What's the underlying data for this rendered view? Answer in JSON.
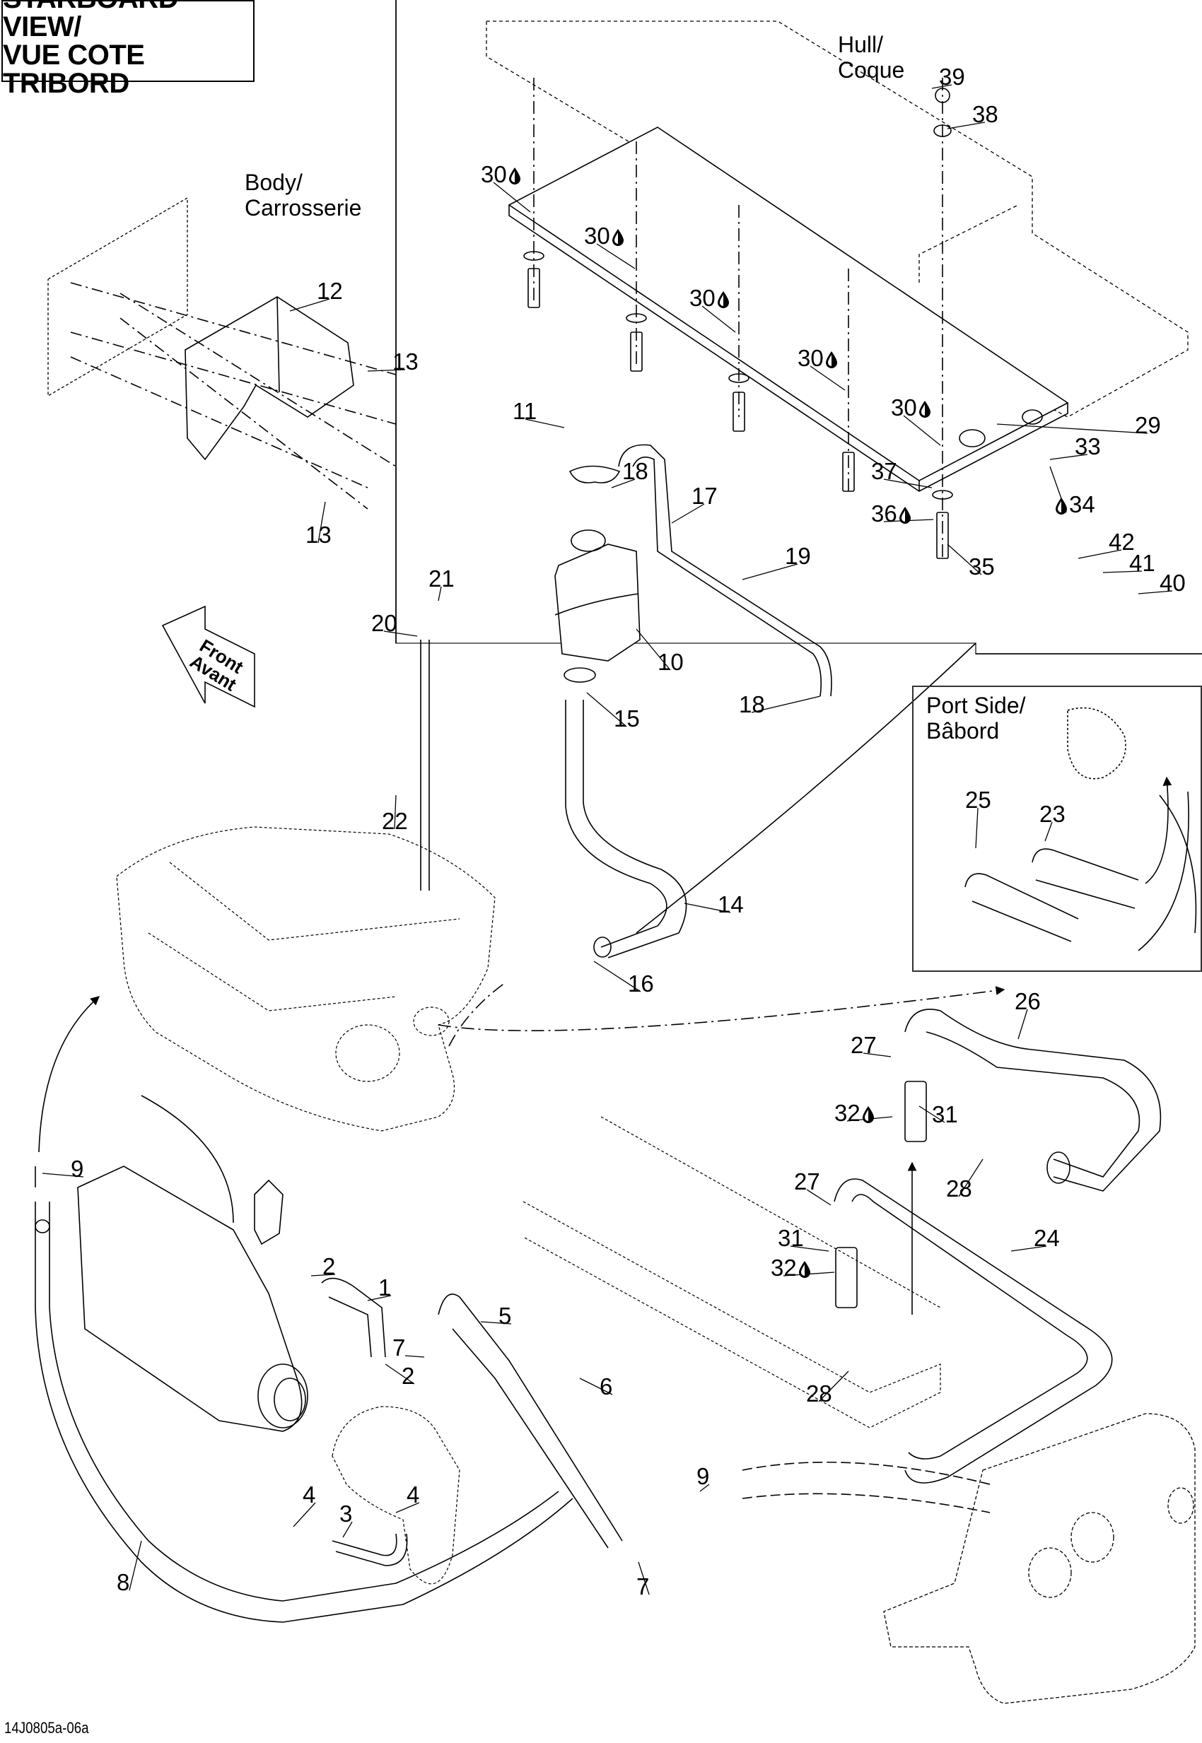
{
  "diagram": {
    "title_lines": [
      "STARBOARD VIEW/",
      "VUE COTE TRIBORD"
    ],
    "reference_code": "14J0805a-06a",
    "area_labels": {
      "hull": [
        "Hull/",
        "Coque"
      ],
      "body": [
        "Body/",
        "Carrosserie"
      ],
      "port_side": [
        "Port Side/",
        "Bâbord"
      ]
    },
    "front_arrow": [
      "Front",
      "Avant"
    ],
    "drop_icon": "thread-locker-drop-icon",
    "callouts": [
      {
        "id": "39",
        "label": "39"
      },
      {
        "id": "38",
        "label": "38"
      },
      {
        "id": "30a",
        "label": "30",
        "drop": true
      },
      {
        "id": "30b",
        "label": "30",
        "drop": true
      },
      {
        "id": "30c",
        "label": "30",
        "drop": true
      },
      {
        "id": "30d",
        "label": "30",
        "drop": true
      },
      {
        "id": "30e",
        "label": "30",
        "drop": true
      },
      {
        "id": "29",
        "label": "29"
      },
      {
        "id": "33",
        "label": "33"
      },
      {
        "id": "34",
        "label": "34",
        "drop_before": true
      },
      {
        "id": "37",
        "label": "37"
      },
      {
        "id": "36",
        "label": "36",
        "drop": true
      },
      {
        "id": "35",
        "label": "35"
      },
      {
        "id": "42",
        "label": "42"
      },
      {
        "id": "41",
        "label": "41"
      },
      {
        "id": "40",
        "label": "40"
      },
      {
        "id": "12",
        "label": "12"
      },
      {
        "id": "13a",
        "label": "13"
      },
      {
        "id": "13b",
        "label": "13"
      },
      {
        "id": "11",
        "label": "11"
      },
      {
        "id": "18a",
        "label": "18"
      },
      {
        "id": "17",
        "label": "17"
      },
      {
        "id": "19",
        "label": "19"
      },
      {
        "id": "10",
        "label": "10"
      },
      {
        "id": "21",
        "label": "21"
      },
      {
        "id": "20",
        "label": "20"
      },
      {
        "id": "15",
        "label": "15"
      },
      {
        "id": "18b",
        "label": "18"
      },
      {
        "id": "22",
        "label": "22"
      },
      {
        "id": "14",
        "label": "14"
      },
      {
        "id": "16",
        "label": "16"
      },
      {
        "id": "25",
        "label": "25"
      },
      {
        "id": "23",
        "label": "23"
      },
      {
        "id": "26",
        "label": "26"
      },
      {
        "id": "27a",
        "label": "27"
      },
      {
        "id": "32a",
        "label": "32",
        "drop": true
      },
      {
        "id": "31a",
        "label": "31"
      },
      {
        "id": "28a",
        "label": "28"
      },
      {
        "id": "27b",
        "label": "27"
      },
      {
        "id": "31b",
        "label": "31"
      },
      {
        "id": "32b",
        "label": "32",
        "drop": true
      },
      {
        "id": "24",
        "label": "24"
      },
      {
        "id": "28b",
        "label": "28"
      },
      {
        "id": "9a",
        "label": "9"
      },
      {
        "id": "2a",
        "label": "2"
      },
      {
        "id": "1",
        "label": "1"
      },
      {
        "id": "5",
        "label": "5"
      },
      {
        "id": "7a",
        "label": "7"
      },
      {
        "id": "2b",
        "label": "2"
      },
      {
        "id": "6",
        "label": "6"
      },
      {
        "id": "9b",
        "label": "9"
      },
      {
        "id": "4a",
        "label": "4"
      },
      {
        "id": "3",
        "label": "3"
      },
      {
        "id": "4b",
        "label": "4"
      },
      {
        "id": "8",
        "label": "8"
      },
      {
        "id": "7b",
        "label": "7"
      }
    ]
  }
}
